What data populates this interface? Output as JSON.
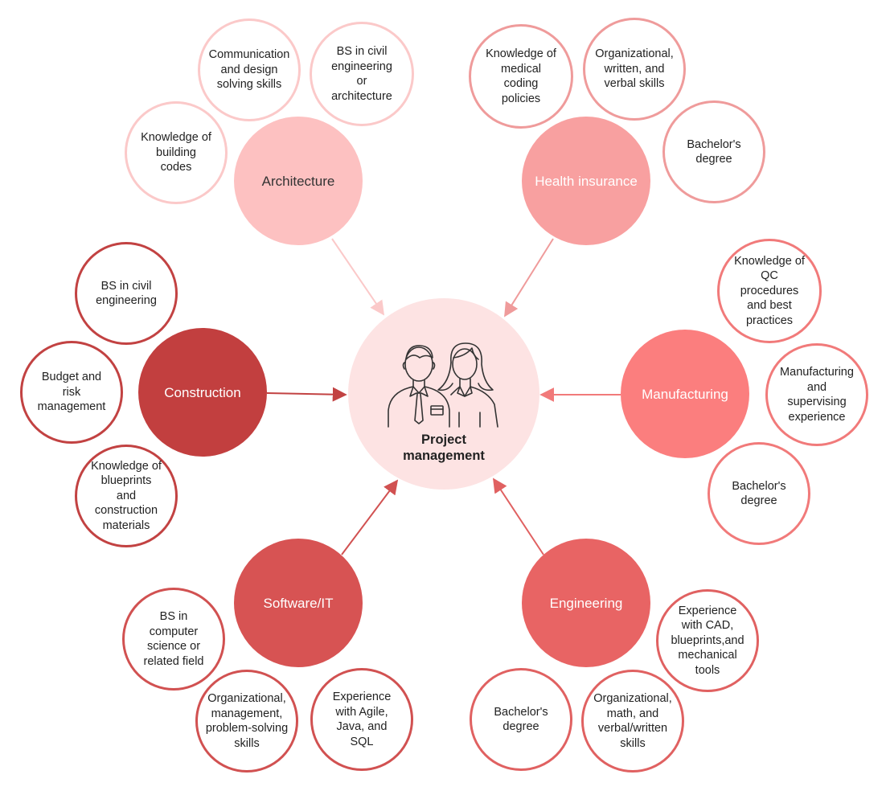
{
  "center": {
    "label": "Project\nmanagement",
    "icon": "two-people-icon",
    "color": "#fde3e3"
  },
  "fields": [
    {
      "id": "architecture",
      "label": "Architecture",
      "color": "#fdc1c1",
      "border": "#fbc9c9",
      "text_color": "#333333",
      "skills": [
        "Knowledge of\nbuilding\ncodes",
        "Communication\nand design\nsolving skills",
        "BS in civil\nengineering\nor\narchitecture"
      ]
    },
    {
      "id": "health-insurance",
      "label": "Health insurance",
      "color": "#f8a0a0",
      "border": "#ef9b9b",
      "text_color": "#ffffff",
      "skills": [
        "Knowledge of\nmedical\ncoding\npolicies",
        "Organizational,\nwritten, and\nverbal skills",
        "Bachelor's\ndegree"
      ]
    },
    {
      "id": "construction",
      "label": "Construction",
      "color": "#c23f3f",
      "border": "#c24242",
      "text_color": "#ffffff",
      "skills": [
        "BS in civil\nengineering",
        "Budget and\nrisk\nmanagement",
        "Knowledge of\nblueprints\nand\nconstruction\nmaterials"
      ]
    },
    {
      "id": "manufacturing",
      "label": "Manufacturing",
      "color": "#fb7e7e",
      "border": "#f17a7a",
      "text_color": "#ffffff",
      "skills": [
        "Knowledge of\nQC\nprocedures\nand best\npractices",
        "Manufacturing\nand\nsupervising\nexperience",
        "Bachelor's\ndegree"
      ]
    },
    {
      "id": "software-it",
      "label": "Software/IT",
      "color": "#d75353",
      "border": "#d15151",
      "text_color": "#ffffff",
      "skills": [
        "BS in\ncomputer\nscience or\nrelated field",
        "Organizational,\nmanagement,\nproblem-solving\nskills",
        "Experience\nwith Agile,\nJava, and\nSQL"
      ]
    },
    {
      "id": "engineering",
      "label": "Engineering",
      "color": "#e86464",
      "border": "#e06161",
      "text_color": "#ffffff",
      "skills": [
        "Experience\nwith CAD,\nblueprints,and\nmechanical\ntools",
        "Bachelor's\ndegree",
        "Organizational,\nmath, and\nverbal/written\nskills"
      ]
    }
  ]
}
